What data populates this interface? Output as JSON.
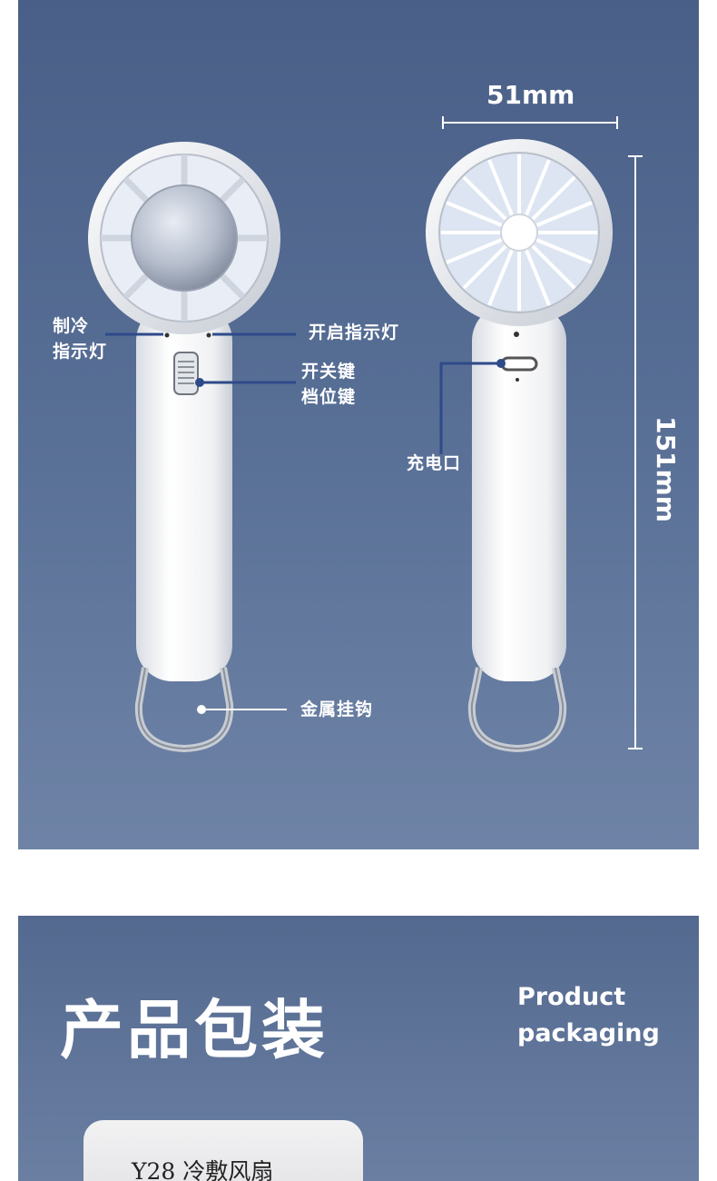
{
  "spec": {
    "labels": {
      "cooling_indicator": "制冷\n指示灯",
      "power_indicator": "开启指示灯",
      "switch_key": "开关键\n档位键",
      "metal_hook": "金属挂钩",
      "charging_port": "充电口"
    },
    "dimensions": {
      "width": "51mm",
      "height": "151mm"
    }
  },
  "packaging": {
    "title_cn": "产品包装",
    "title_en": "Product\npackaging",
    "box_label": "Y28 冷敷风扇"
  },
  "colors": {
    "panel_background": "#4a5f87",
    "callout_line": "#2e4a8a",
    "device_white": "#f4f5f7"
  }
}
